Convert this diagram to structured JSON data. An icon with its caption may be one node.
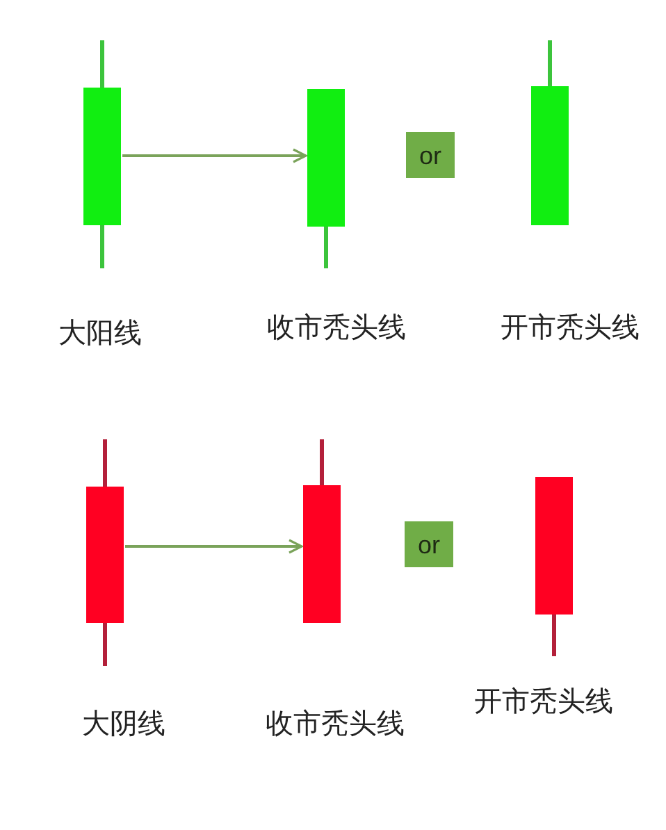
{
  "diagram": {
    "nodes": [
      {
        "text": [],
        "shape": "candlestick",
        "beside": [
          "大阳线"
        ]
      },
      {
        "text": [],
        "shape": "candlestick",
        "beside": [
          "收市秃头线"
        ]
      },
      {
        "text": [
          "or"
        ]
      },
      {
        "text": [],
        "shape": "candlestick",
        "beside": [
          "开市秃头线"
        ]
      },
      {
        "text": [],
        "shape": "candlestick",
        "beside": [
          "大阴线"
        ]
      },
      {
        "text": [],
        "shape": "candlestick",
        "beside": [
          "收市秃头线"
        ]
      },
      {
        "text": [
          "or"
        ]
      },
      {
        "text": [],
        "shape": "candlestick",
        "beside": [
          "开市秃头线"
        ]
      }
    ],
    "edges": [
      {
        "from": 0,
        "to": 1,
        "arrow": "to"
      },
      {
        "from": 4,
        "to": 5,
        "arrow": "to"
      }
    ]
  }
}
